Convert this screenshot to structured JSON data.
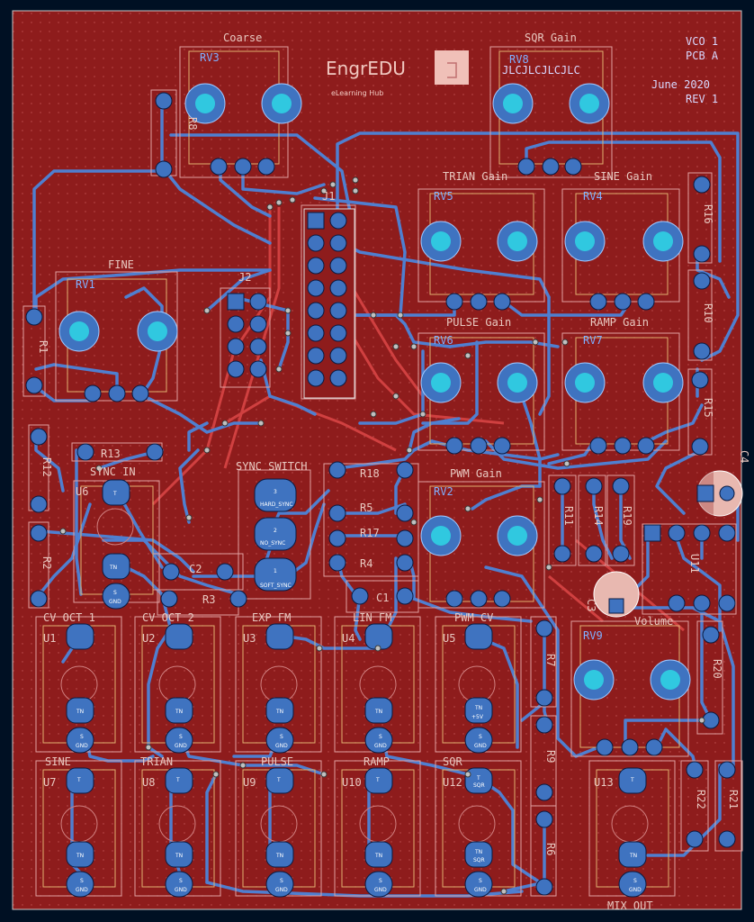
{
  "board": {
    "title_lines": [
      "VCO 1",
      "PCB A",
      "June 2020",
      "REV 1"
    ],
    "logo": {
      "brand": "EngrEDU",
      "tagline": "eLearning Hub"
    },
    "colors": {
      "board": "#8e1c1c",
      "trace": "#4f7fd0",
      "trace_back": "#d04040",
      "pad": "#3f73c0",
      "bg": "#001023",
      "silk": "#e8c8c0"
    }
  },
  "pots": [
    {
      "ref": "RV3",
      "label": "Coarse"
    },
    {
      "ref": "RV8",
      "label": "SQR Gain",
      "sub": "JLCJLCJLCJLC"
    },
    {
      "ref": "RV5",
      "label": "TRIAN Gain"
    },
    {
      "ref": "RV4",
      "label": "SINE Gain"
    },
    {
      "ref": "RV1",
      "label": "FINE"
    },
    {
      "ref": "RV6",
      "label": "PULSE Gain"
    },
    {
      "ref": "RV7",
      "label": "RAMP Gain"
    },
    {
      "ref": "RV2",
      "label": "PWM Gain"
    },
    {
      "ref": "RV9",
      "label": "Volume"
    }
  ],
  "jacks": [
    {
      "ref": "U6",
      "label": "SYNC IN"
    },
    {
      "ref": "U1",
      "label": "CV OCT 1"
    },
    {
      "ref": "U2",
      "label": "CV OCT 2"
    },
    {
      "ref": "U3",
      "label": "EXP FM"
    },
    {
      "ref": "U4",
      "label": "LIN FM"
    },
    {
      "ref": "U5",
      "label": "PWM CV"
    },
    {
      "ref": "U7",
      "label": "SINE"
    },
    {
      "ref": "U8",
      "label": "TRIAN"
    },
    {
      "ref": "U9",
      "label": "PULSE"
    },
    {
      "ref": "U10",
      "label": "RAMP"
    },
    {
      "ref": "U12",
      "label": "SQR"
    },
    {
      "ref": "U13",
      "label": "MIX OUT"
    }
  ],
  "jack_pin_labels": {
    "tip": "T",
    "tn": "TN",
    "sleeve": "S",
    "gnd": "GND",
    "plus5v": "+5V",
    "sqr": "SQR"
  },
  "switch": {
    "ref": "SYNC SWITCH",
    "positions": [
      "HARD_SYNC",
      "NO_SYNC",
      "SOFT_SYNC"
    ]
  },
  "resistors": [
    "R8",
    "R1",
    "R13",
    "R12",
    "R2",
    "R16",
    "R10",
    "R15",
    "R11",
    "R14",
    "R19",
    "R5",
    "R17",
    "R4",
    "R18",
    "R7",
    "R9",
    "R6",
    "R20",
    "R21",
    "R22",
    "R3"
  ],
  "caps": [
    "C2",
    "C1",
    "C3",
    "C4"
  ],
  "headers": [
    "J1",
    "J2"
  ],
  "ic": "U11"
}
